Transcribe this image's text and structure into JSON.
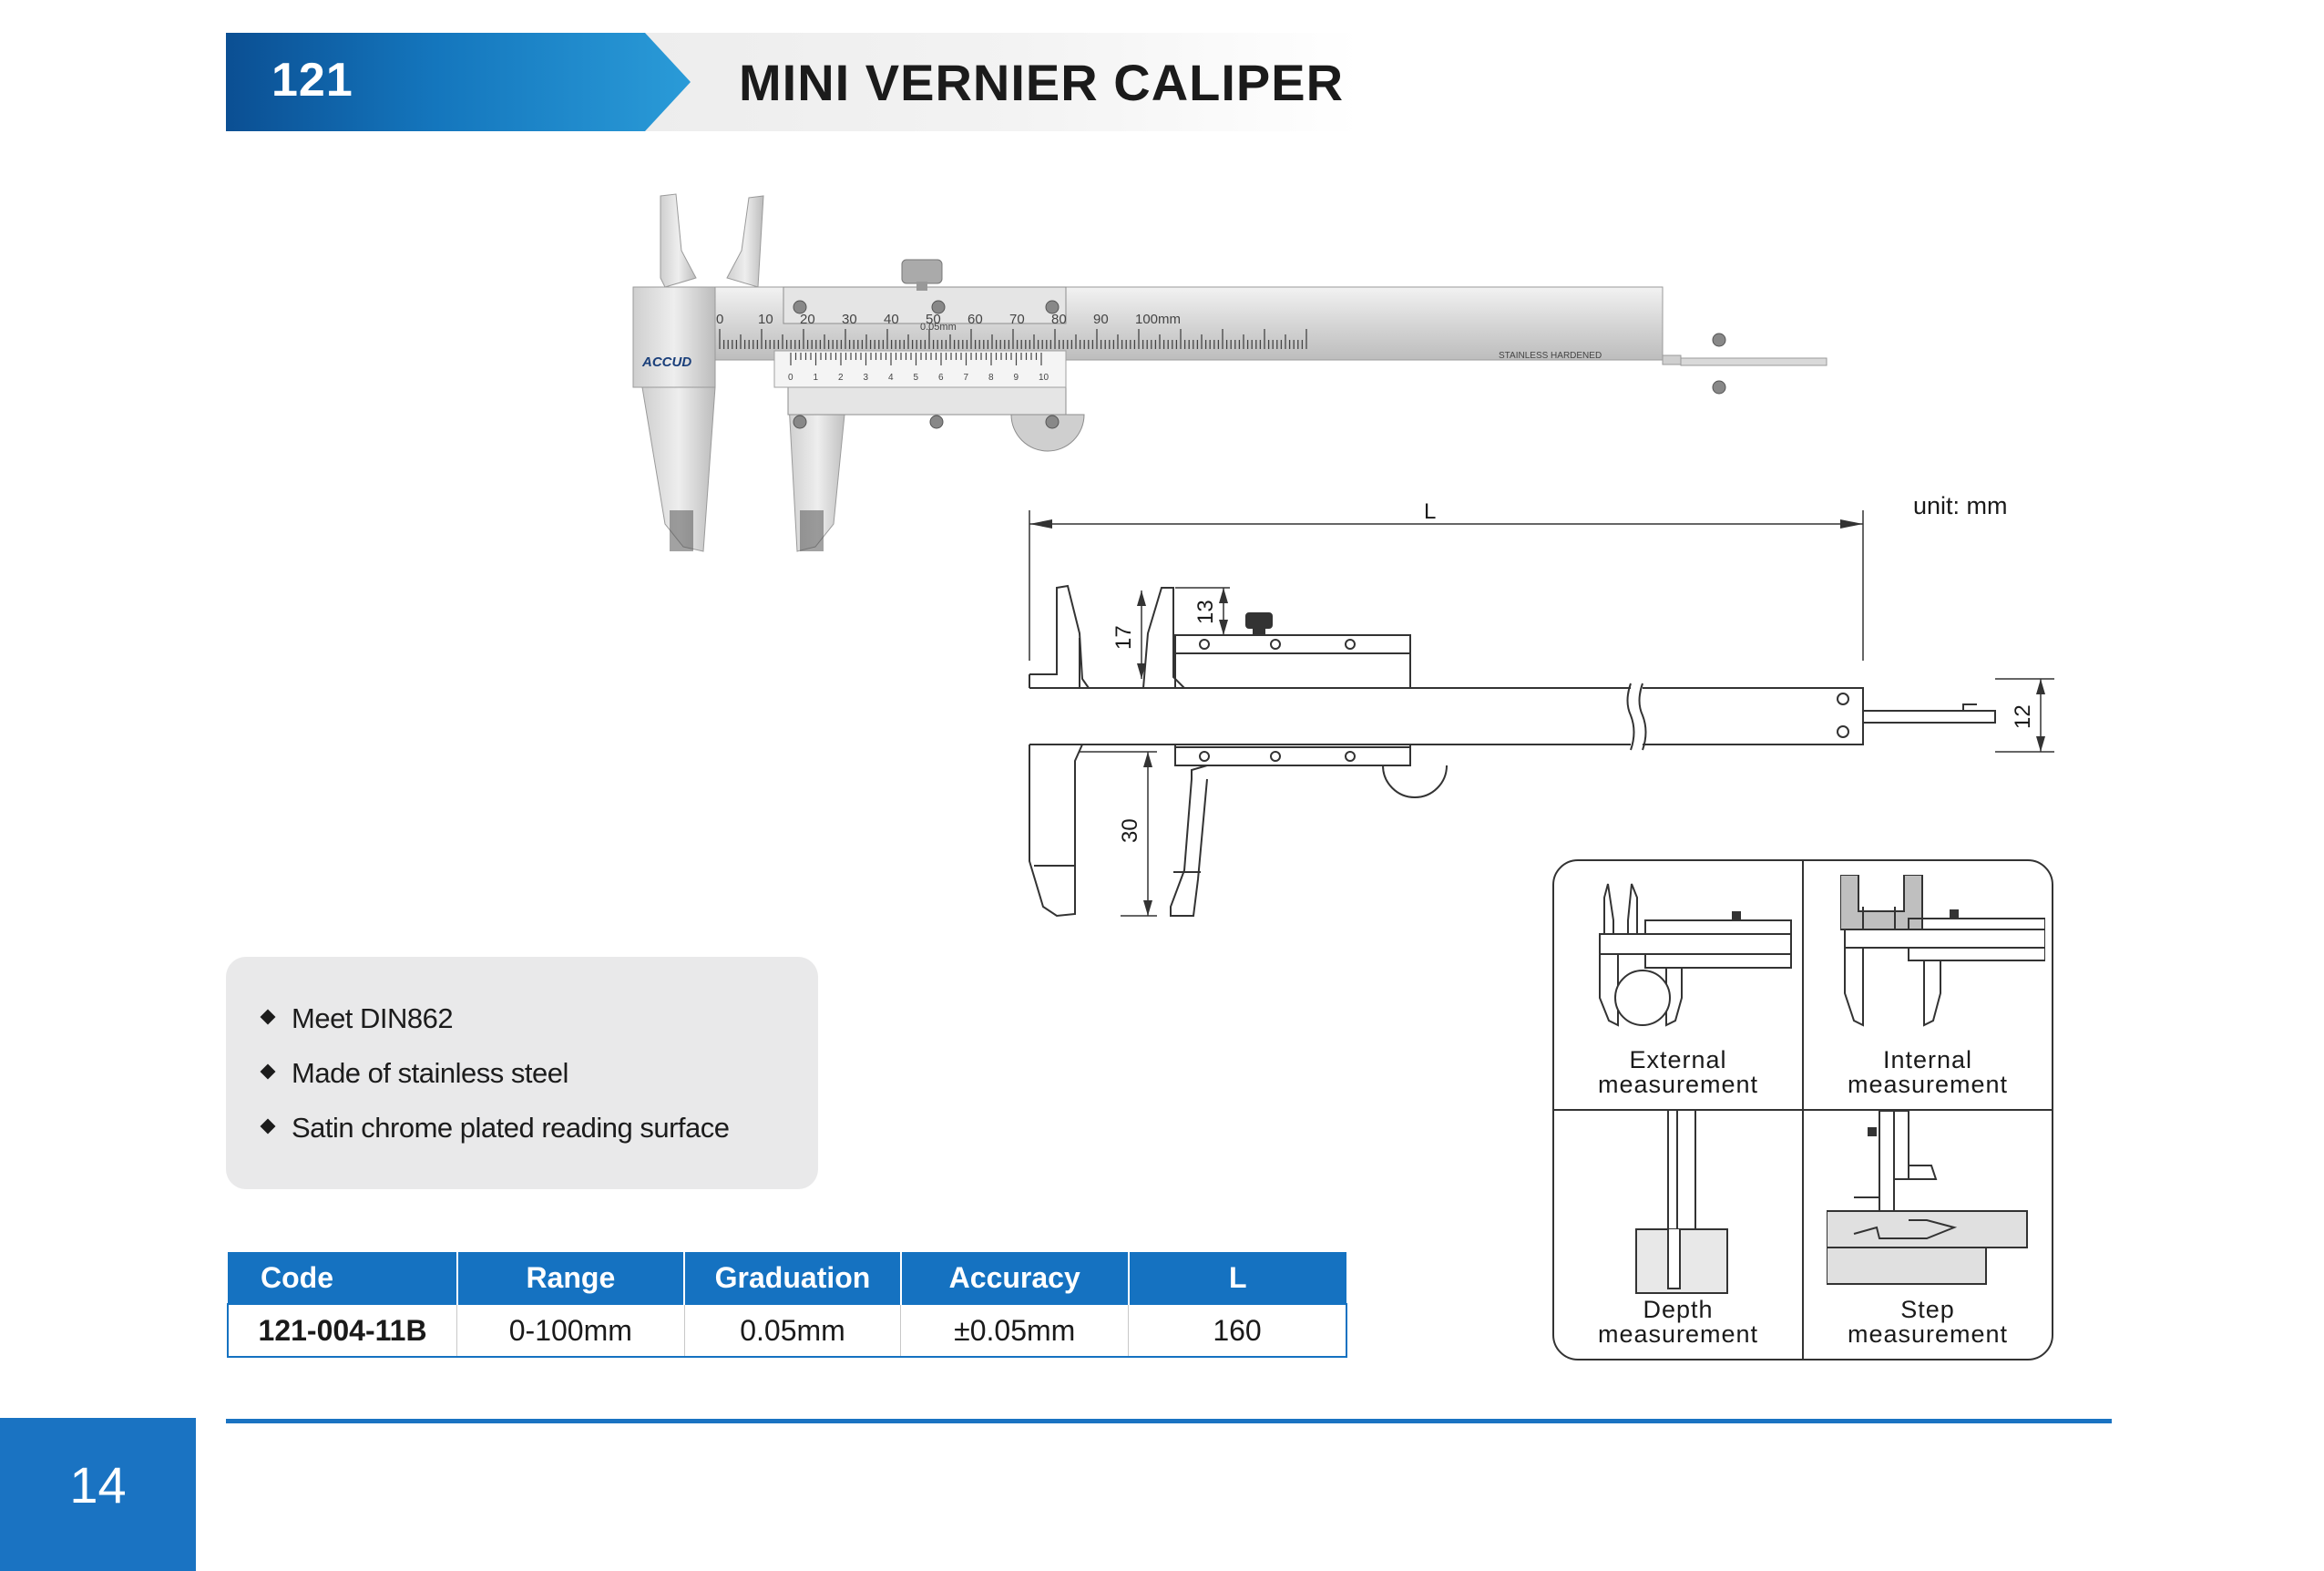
{
  "header": {
    "model_number": "121",
    "title": "MINI VERNIER CALIPER"
  },
  "photo": {
    "brand": "ACCUD",
    "vernier_reading": "0.05mm",
    "scale_marks": [
      "0",
      "10",
      "20",
      "30",
      "40",
      "50",
      "60",
      "70",
      "80",
      "90",
      "100mm"
    ],
    "vernier_marks": [
      "0",
      "1",
      "2",
      "3",
      "4",
      "5",
      "6",
      "7",
      "8",
      "9",
      "10"
    ],
    "stamp": "STAINLESS HARDENED"
  },
  "drawing": {
    "unit_label": "unit: mm",
    "dim_L": "L",
    "dim_17": "17",
    "dim_13": "13",
    "dim_12": "12",
    "dim_30": "30"
  },
  "features": [
    "Meet DIN862",
    "Made of stainless steel",
    "Satin chrome plated reading surface"
  ],
  "table": {
    "headers": [
      "Code",
      "Range",
      "Graduation",
      "Accuracy",
      "L"
    ],
    "rows": [
      [
        "121-004-11B",
        "0-100mm",
        "0.05mm",
        "±0.05mm",
        "160"
      ]
    ]
  },
  "measurements": [
    {
      "line1": "External",
      "line2": "measurement"
    },
    {
      "line1": "Internal",
      "line2": "measurement"
    },
    {
      "line1": "Depth",
      "line2": "measurement"
    },
    {
      "line1": "Step",
      "line2": "measurement"
    }
  ],
  "footer": {
    "page_number": "14"
  },
  "colors": {
    "accent_blue": "#1572c1",
    "banner_dark": "#0b4f93",
    "panel_grey": "#e9e9ea"
  }
}
